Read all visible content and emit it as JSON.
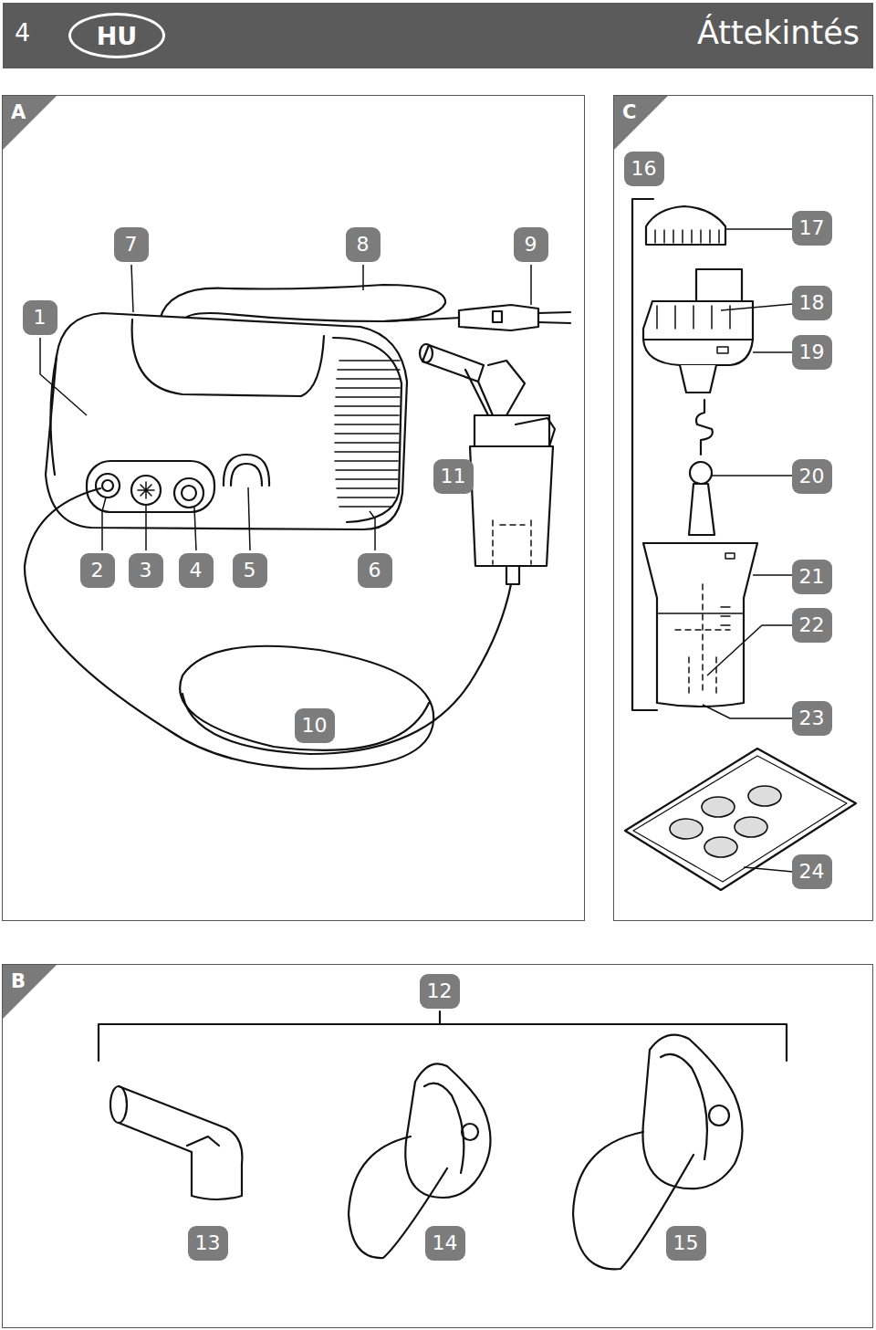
{
  "diagram": {
    "title": "Áttekintés",
    "nodes": [
      {
        "text": [
          "HU"
        ]
      },
      {
        "text": [
          "A"
        ]
      },
      {
        "text": [
          "7"
        ],
        "in": 1
      },
      {
        "text": [
          "8"
        ],
        "in": 1
      },
      {
        "text": [
          "9"
        ],
        "in": 1
      },
      {
        "text": [
          "1"
        ],
        "in": 1
      },
      {
        "text": [
          "11"
        ],
        "in": 1
      },
      {
        "text": [
          "2"
        ],
        "in": 1
      },
      {
        "text": [
          "3"
        ],
        "in": 1
      },
      {
        "text": [
          "4"
        ],
        "in": 1
      },
      {
        "text": [
          "5"
        ],
        "in": 1
      },
      {
        "text": [
          "6"
        ],
        "in": 1
      },
      {
        "text": [
          "10"
        ],
        "in": 1
      },
      {
        "text": [
          "C"
        ]
      },
      {
        "text": [
          "16"
        ],
        "in": 13
      },
      {
        "text": [
          "17"
        ],
        "in": 13
      },
      {
        "text": [
          "18"
        ],
        "in": 13
      },
      {
        "text": [
          "19"
        ],
        "in": 13
      },
      {
        "text": [
          "20"
        ],
        "in": 13
      },
      {
        "text": [
          "21"
        ],
        "in": 13
      },
      {
        "text": [
          "22"
        ],
        "in": 13
      },
      {
        "text": [
          "23"
        ],
        "in": 13
      },
      {
        "text": [
          "24"
        ],
        "in": 13
      },
      {
        "text": [
          "B"
        ]
      },
      {
        "text": [
          "12"
        ],
        "in": 23
      },
      {
        "text": [
          "13"
        ],
        "in": 23
      },
      {
        "text": [
          "14"
        ],
        "in": 23
      },
      {
        "text": [
          "15"
        ],
        "in": 23
      }
    ],
    "labels": [
      "4"
    ]
  }
}
